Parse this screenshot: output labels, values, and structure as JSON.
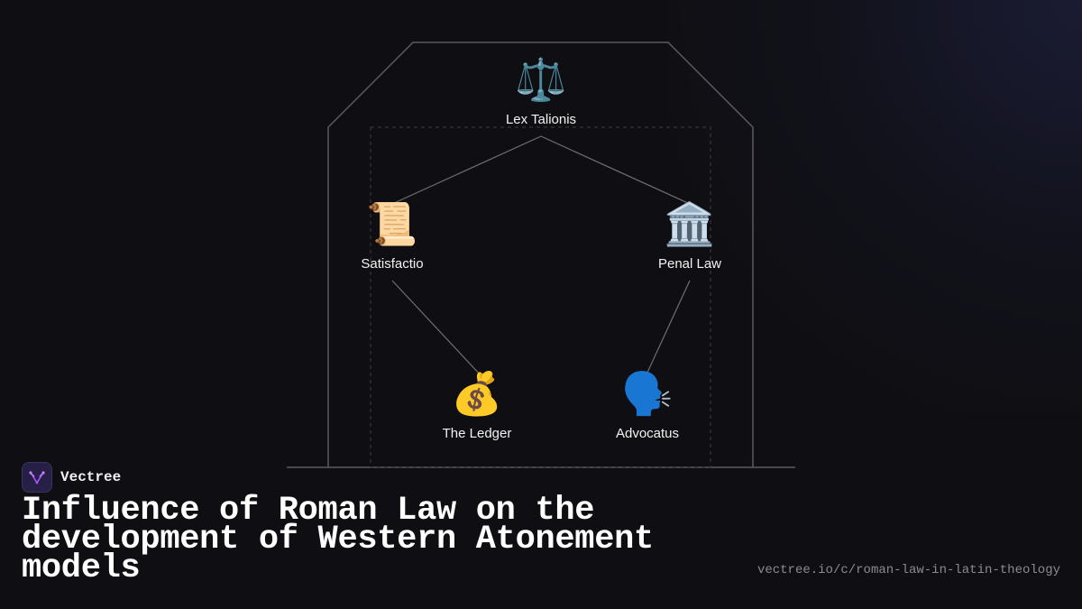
{
  "brand": {
    "name": "Vectree",
    "logo_icon": "vectree-logo-icon"
  },
  "title": "Influence of Roman Law on the development of Western Atonement models",
  "url": "vectree.io/c/roman-law-in-latin-theology",
  "nodes": [
    {
      "id": "lex",
      "label": "Lex Talionis",
      "icon": "⚖️",
      "icon_name": "scales-icon"
    },
    {
      "id": "satisfactio",
      "label": "Satisfactio",
      "icon": "📜",
      "icon_name": "scroll-icon"
    },
    {
      "id": "penal",
      "label": "Penal Law",
      "icon": "🏛️",
      "icon_name": "classical-building-icon"
    },
    {
      "id": "ledger",
      "label": "The Ledger",
      "icon": "💰",
      "icon_name": "money-bag-icon"
    },
    {
      "id": "advocatus",
      "label": "Advocatus",
      "icon": "🗣️",
      "icon_name": "speaking-head-icon"
    }
  ],
  "edges": [
    {
      "from": "lex",
      "to": "satisfactio"
    },
    {
      "from": "lex",
      "to": "penal"
    },
    {
      "from": "satisfactio",
      "to": "ledger"
    },
    {
      "from": "penal",
      "to": "advocatus"
    }
  ],
  "colors": {
    "background": "#0f0f13",
    "outline": "#5a5a62",
    "edge": "#6e6e76",
    "accent": "#a855f7"
  }
}
